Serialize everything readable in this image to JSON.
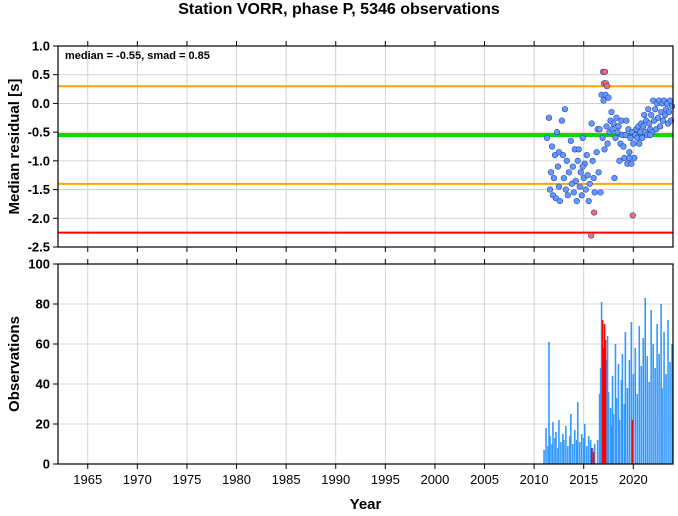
{
  "title": "Station VORR, phase P, 5346 observations",
  "chart_data": [
    {
      "type": "scatter",
      "ylabel": "Median residual [s]",
      "xlim": [
        1962,
        2024
      ],
      "ylim": [
        -2.5,
        1.0
      ],
      "yticks": [
        "1.0",
        "0.5",
        "0.0",
        "-0.5",
        "-1.0",
        "-1.5",
        "-2.0",
        "-2.5"
      ],
      "grid": true,
      "annotation": "median = -0.55, smad = 0.85",
      "reference_lines": [
        {
          "y": 0.3,
          "color": "#ffa500"
        },
        {
          "y": -0.55,
          "color": "#00dd00"
        },
        {
          "y": -1.4,
          "color": "#ffa500"
        },
        {
          "y": -2.25,
          "color": "#ff0000"
        }
      ],
      "series": [
        {
          "color": "#6699ff",
          "points": [
            [
              2011.3,
              -0.6
            ],
            [
              2011.5,
              -0.25
            ],
            [
              2011.6,
              -1.5
            ],
            [
              2011.7,
              -1.2
            ],
            [
              2011.8,
              -0.75
            ],
            [
              2011.9,
              -1.6
            ],
            [
              2012.0,
              -1.3
            ],
            [
              2012.1,
              -0.9
            ],
            [
              2012.2,
              -1.65
            ],
            [
              2012.3,
              -0.5
            ],
            [
              2012.4,
              -1.1
            ],
            [
              2012.5,
              -1.45
            ],
            [
              2012.6,
              -1.7
            ],
            [
              2012.8,
              -0.3
            ],
            [
              2012.9,
              -0.9
            ],
            [
              2013.0,
              -1.3
            ],
            [
              2013.1,
              -0.1
            ],
            [
              2013.2,
              -1.5
            ],
            [
              2013.3,
              -1.0
            ],
            [
              2013.4,
              -1.6
            ],
            [
              2013.5,
              -1.2
            ],
            [
              2013.7,
              -0.65
            ],
            [
              2013.8,
              -1.4
            ],
            [
              2013.9,
              -1.1
            ],
            [
              2014.0,
              -1.55
            ],
            [
              2014.1,
              -0.8
            ],
            [
              2014.2,
              -1.35
            ],
            [
              2014.3,
              -1.7
            ],
            [
              2014.4,
              -1.0
            ],
            [
              2014.5,
              -0.8
            ],
            [
              2014.6,
              -1.45
            ],
            [
              2014.7,
              -1.2
            ],
            [
              2014.8,
              -1.6
            ],
            [
              2014.9,
              -0.6
            ],
            [
              2015.0,
              -1.3
            ],
            [
              2015.1,
              -1.05
            ],
            [
              2015.2,
              -1.5
            ],
            [
              2015.3,
              -0.9
            ],
            [
              2015.4,
              -1.25
            ],
            [
              2015.5,
              -1.7
            ],
            [
              2015.6,
              -1.4
            ],
            [
              2015.8,
              -0.35
            ],
            [
              2015.9,
              -1.0
            ],
            [
              2016.0,
              -1.3
            ],
            [
              2016.1,
              -1.55
            ],
            [
              2016.3,
              -0.85
            ],
            [
              2016.4,
              -0.45
            ],
            [
              2016.5,
              -1.2
            ],
            [
              2016.6,
              -0.45
            ],
            [
              2016.7,
              -1.55
            ],
            [
              2016.8,
              0.15
            ],
            [
              2016.9,
              -0.6
            ],
            [
              2017.0,
              0.05
            ],
            [
              2017.1,
              -0.8
            ],
            [
              2017.2,
              0.15
            ],
            [
              2017.4,
              -0.7
            ],
            [
              2017.5,
              0.1
            ],
            [
              2017.6,
              -0.5
            ],
            [
              2017.7,
              -0.3
            ],
            [
              2017.8,
              -0.15
            ],
            [
              2017.9,
              -0.45
            ],
            [
              2018.0,
              -0.35
            ],
            [
              2018.1,
              -1.3
            ],
            [
              2018.2,
              -0.6
            ],
            [
              2018.3,
              -0.25
            ],
            [
              2018.4,
              -0.5
            ],
            [
              2018.5,
              -0.4
            ],
            [
              2018.6,
              -1.0
            ],
            [
              2018.7,
              -0.7
            ],
            [
              2018.8,
              -0.3
            ],
            [
              2018.9,
              -0.55
            ],
            [
              2019.0,
              -0.75
            ],
            [
              2019.1,
              -0.95
            ],
            [
              2019.2,
              -0.55
            ],
            [
              2019.3,
              -0.3
            ],
            [
              2019.4,
              -1.05
            ],
            [
              2019.5,
              -0.45
            ],
            [
              2019.6,
              -0.85
            ],
            [
              2019.7,
              -0.6
            ],
            [
              2019.8,
              -1.05
            ],
            [
              2019.9,
              -0.5
            ],
            [
              2020.0,
              -0.7
            ],
            [
              2020.1,
              -0.95
            ],
            [
              2020.2,
              -0.55
            ],
            [
              2020.3,
              -0.45
            ],
            [
              2020.4,
              -0.6
            ],
            [
              2020.5,
              -0.4
            ],
            [
              2020.6,
              -0.7
            ],
            [
              2020.7,
              -0.5
            ],
            [
              2020.8,
              -0.35
            ],
            [
              2020.9,
              -0.6
            ],
            [
              2021.0,
              -0.4
            ],
            [
              2021.1,
              -0.2
            ],
            [
              2021.2,
              -0.5
            ],
            [
              2021.3,
              -0.3
            ],
            [
              2021.4,
              -0.55
            ],
            [
              2021.5,
              -0.1
            ],
            [
              2021.6,
              -0.35
            ],
            [
              2021.7,
              -0.45
            ],
            [
              2021.8,
              -0.2
            ],
            [
              2021.9,
              -0.5
            ],
            [
              2022.0,
              0.05
            ],
            [
              2022.1,
              -0.3
            ],
            [
              2022.2,
              -0.1
            ],
            [
              2022.3,
              -0.45
            ],
            [
              2022.4,
              0.0
            ],
            [
              2022.5,
              -0.25
            ],
            [
              2022.6,
              0.05
            ],
            [
              2022.7,
              -0.4
            ],
            [
              2022.8,
              -0.15
            ],
            [
              2022.9,
              0.0
            ],
            [
              2023.0,
              -0.3
            ],
            [
              2023.1,
              0.05
            ],
            [
              2023.2,
              -0.2
            ],
            [
              2023.3,
              -0.1
            ],
            [
              2023.4,
              0.0
            ],
            [
              2023.5,
              -0.35
            ],
            [
              2023.6,
              -0.15
            ],
            [
              2023.7,
              0.05
            ],
            [
              2023.8,
              -0.3
            ],
            [
              2023.9,
              -0.05
            ],
            [
              2012.5,
              -0.85
            ],
            [
              2014.9,
              -1.1
            ],
            [
              2017.3,
              -0.4
            ],
            [
              2019.6,
              -0.95
            ],
            [
              2021.7,
              -0.55
            ]
          ]
        },
        {
          "color": "#ff6666",
          "points": [
            [
              2015.75,
              -2.3
            ],
            [
              2016.05,
              -1.9
            ],
            [
              2016.95,
              0.55
            ],
            [
              2017.05,
              0.35
            ],
            [
              2017.15,
              0.55
            ],
            [
              2017.25,
              0.35
            ],
            [
              2017.35,
              0.3
            ],
            [
              2019.95,
              -1.95
            ]
          ]
        }
      ]
    },
    {
      "type": "bar",
      "ylabel": "Observations",
      "xlabel": "Year",
      "xlim": [
        1962,
        2024
      ],
      "ylim": [
        0,
        100
      ],
      "xticks": [
        "1965",
        "1970",
        "1975",
        "1980",
        "1985",
        "1990",
        "1995",
        "2000",
        "2005",
        "2010",
        "2015",
        "2020"
      ],
      "yticks": [
        "0",
        "20",
        "40",
        "60",
        "80",
        "100"
      ],
      "grid": true,
      "series": [
        {
          "color": "#3399ff",
          "points": [
            [
              2011.0,
              7
            ],
            [
              2011.2,
              18
            ],
            [
              2011.4,
              9
            ],
            [
              2011.5,
              61
            ],
            [
              2011.6,
              14
            ],
            [
              2011.8,
              10
            ],
            [
              2011.9,
              21
            ],
            [
              2012.1,
              13
            ],
            [
              2012.2,
              16
            ],
            [
              2012.4,
              8
            ],
            [
              2012.5,
              22
            ],
            [
              2012.7,
              11
            ],
            [
              2012.9,
              15
            ],
            [
              2013.0,
              12
            ],
            [
              2013.2,
              19
            ],
            [
              2013.4,
              9
            ],
            [
              2013.6,
              14
            ],
            [
              2013.7,
              25
            ],
            [
              2013.9,
              10
            ],
            [
              2014.1,
              17
            ],
            [
              2014.3,
              12
            ],
            [
              2014.4,
              31
            ],
            [
              2014.6,
              11
            ],
            [
              2014.8,
              15
            ],
            [
              2015.0,
              13
            ],
            [
              2015.1,
              20
            ],
            [
              2015.3,
              9
            ],
            [
              2015.5,
              14
            ],
            [
              2015.7,
              12
            ],
            [
              2015.9,
              8
            ],
            [
              2016.1,
              10
            ],
            [
              2016.4,
              12
            ],
            [
              2016.6,
              35
            ],
            [
              2016.7,
              48
            ],
            [
              2016.8,
              81
            ],
            [
              2016.9,
              45
            ],
            [
              2017.3,
              52
            ],
            [
              2017.4,
              64
            ],
            [
              2017.5,
              36
            ],
            [
              2017.7,
              28
            ],
            [
              2017.8,
              19
            ],
            [
              2017.9,
              44
            ],
            [
              2018.0,
              25
            ],
            [
              2018.2,
              60
            ],
            [
              2018.3,
              33
            ],
            [
              2018.5,
              50
            ],
            [
              2018.6,
              22
            ],
            [
              2018.8,
              42
            ],
            [
              2018.9,
              55
            ],
            [
              2019.1,
              30
            ],
            [
              2019.2,
              66
            ],
            [
              2019.4,
              38
            ],
            [
              2019.6,
              52
            ],
            [
              2019.8,
              71
            ],
            [
              2020.0,
              45
            ],
            [
              2020.2,
              58
            ],
            [
              2020.4,
              35
            ],
            [
              2020.6,
              69
            ],
            [
              2020.8,
              49
            ],
            [
              2021.0,
              63
            ],
            [
              2021.2,
              83
            ],
            [
              2021.4,
              54
            ],
            [
              2021.6,
              41
            ],
            [
              2021.8,
              77
            ],
            [
              2022.0,
              60
            ],
            [
              2022.2,
              48
            ],
            [
              2022.4,
              70
            ],
            [
              2022.6,
              55
            ],
            [
              2022.8,
              80
            ],
            [
              2022.9,
              38
            ],
            [
              2023.1,
              66
            ],
            [
              2023.3,
              45
            ],
            [
              2023.5,
              72
            ],
            [
              2023.7,
              51
            ],
            [
              2023.9,
              60
            ]
          ]
        },
        {
          "color": "#ff0000",
          "points": [
            [
              2015.8,
              8
            ],
            [
              2016.0,
              6
            ],
            [
              2016.9,
              72
            ],
            [
              2017.0,
              58
            ],
            [
              2017.1,
              70
            ],
            [
              2017.2,
              62
            ],
            [
              2019.9,
              22
            ]
          ]
        }
      ]
    }
  ]
}
